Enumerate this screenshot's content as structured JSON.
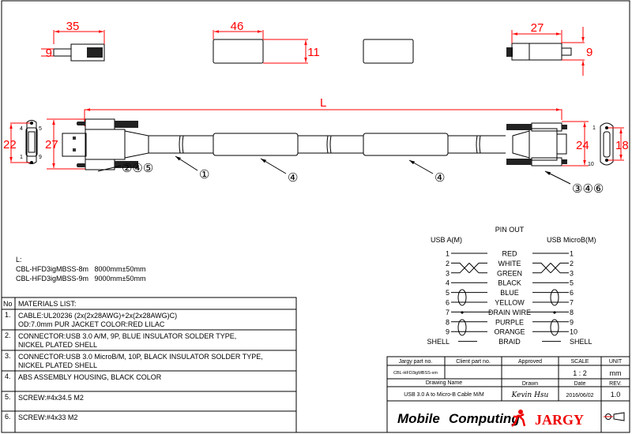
{
  "dimensions": {
    "plug_a_length": "35",
    "plug_a_height": "9",
    "housing_length": "46",
    "housing_height": "11",
    "plug_b_length": "27",
    "plug_b_height": "9",
    "cable_length": "L",
    "face_a_pitch": "22",
    "plug_a_width": "27",
    "plug_b_width": "24",
    "face_b_pitch": "18"
  },
  "face_pins": {
    "a": [
      "4",
      "5",
      "1",
      "9"
    ],
    "b": [
      "1",
      "10"
    ]
  },
  "callouts": {
    "cable": "①",
    "housing1": "④",
    "housing2": "④",
    "plug_a": "②④⑤",
    "plug_b": "③④⑥"
  },
  "length_note": {
    "label": "L:",
    "lines": [
      "CBL-HFD3igMBSS-8m   8000mm±50mm",
      "CBL-HFD3igMBSS-9m   9000mm±50mm"
    ]
  },
  "materials": {
    "no_header": "No",
    "title": "MATERIALS LIST:",
    "items": [
      {
        "no": "1.",
        "l1": "CABLE:UL20236 (2x(2x28AWG)+2x(2x28AWG)C)",
        "l2": "OD:7.0mm  PUR JACKET COLOR:RED LILAC"
      },
      {
        "no": "2.",
        "l1": "CONNECTOR:USB 3.0 A/M, 9P, BLUE INSULATOR SOLDER TYPE,",
        "l2": "NICKEL PLATED SHELL"
      },
      {
        "no": "3.",
        "l1": "CONNECTOR:USB 3.0 MicroB/M, 10P, BLACK INSULATOR SOLDER TYPE,",
        "l2": "NICKEL PLATED SHELL"
      },
      {
        "no": "4.",
        "l1": "ABS ASSEMBLY HOUSING, BLACK COLOR",
        "l2": ""
      },
      {
        "no": "5.",
        "l1": "SCREW:#4x34.5 M2",
        "l2": ""
      },
      {
        "no": "6.",
        "l1": "SCREW:#4x33 M2",
        "l2": ""
      }
    ]
  },
  "pinout": {
    "title": "PIN OUT",
    "left_header": "USB A(M)",
    "right_header": "USB MicroB(M)",
    "rows": [
      {
        "a": "1",
        "wire": "RED",
        "b": "1"
      },
      {
        "a": "2",
        "wire": "WHITE",
        "b": "2"
      },
      {
        "a": "3",
        "wire": "GREEN",
        "b": "3"
      },
      {
        "a": "4",
        "wire": "BLACK",
        "b": "5"
      },
      {
        "a": "5",
        "wire": "BLUE",
        "b": "6"
      },
      {
        "a": "6",
        "wire": "YELLOW",
        "b": "7"
      },
      {
        "a": "7",
        "wire": "DRAIN WIRE",
        "b": "8"
      },
      {
        "a": "8",
        "wire": "PURPLE",
        "b": "9"
      },
      {
        "a": "9",
        "wire": "ORANGE",
        "b": "10"
      },
      {
        "a": "SHELL",
        "wire": "BRAID",
        "b": "SHELL"
      }
    ]
  },
  "title_block": {
    "h_part": "Jargy part no.",
    "h_client": "Client part no.",
    "h_approved": "Approved",
    "h_scale": "SCALE",
    "h_unit": "UNIT",
    "part_no": "CBL-HFD3igMBSS-xm",
    "client_part": "",
    "approved": "",
    "scale": "1 : 2",
    "unit": "mm",
    "h_drawing_name": "Drawing Name",
    "h_drawn": "Drawn",
    "h_date": "Date",
    "h_rev": "REV.",
    "drawing_name": "USB 3.0 A to Micro-B Cable M/M",
    "drawn": "Kevin Hsu",
    "date": "2016/06/02",
    "rev": "1.0",
    "logo_mobile": "Mobile",
    "logo_computing": "Computing",
    "logo_jargy": "JARGY"
  },
  "colors": {
    "dimension": "#ff0000",
    "line": "#000000"
  }
}
